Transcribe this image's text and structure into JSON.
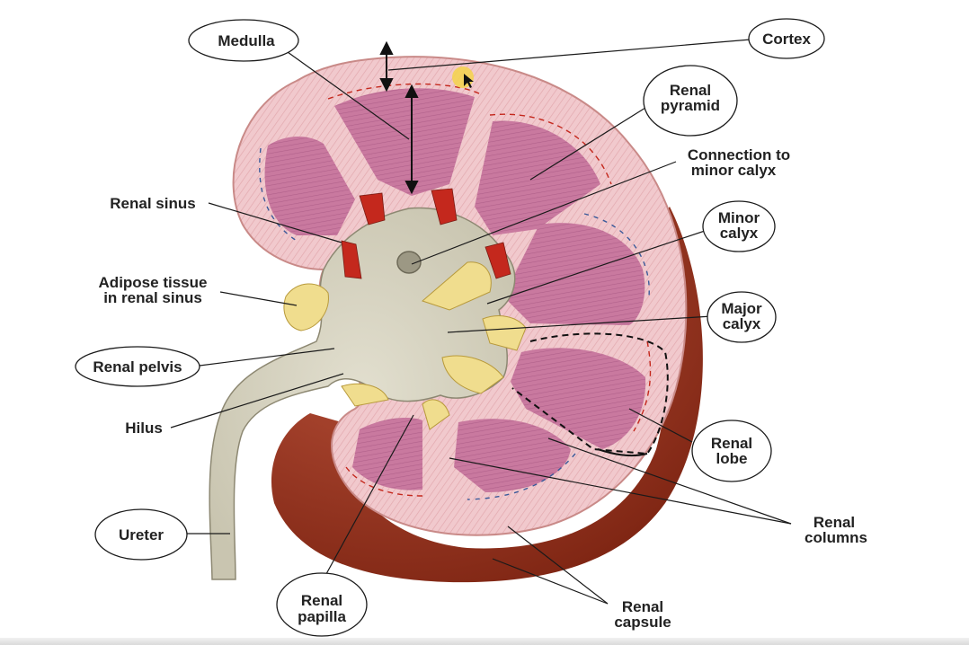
{
  "colors": {
    "cortex": "#f1c9cd",
    "cortex_stripe": "#e2a8ae",
    "pyramid": "#c9799f",
    "pyramid_dark": "#a85584",
    "sinus": "#d8d5c3",
    "capsule": "#8e2c1a",
    "capsule_light": "#c25840",
    "fat": "#f0dd8e",
    "vessel_red": "#c4281d",
    "vessel_blue": "#3b5a9a",
    "cursor": "#f4d44a"
  },
  "labels": {
    "medulla": "Medulla",
    "cortex": "Cortex",
    "renal_pyramid_1": "Renal",
    "renal_pyramid_2": "pyramid",
    "connection_1": "Connection to",
    "connection_2": "minor calyx",
    "renal_sinus": "Renal sinus",
    "minor_calyx_1": "Minor",
    "minor_calyx_2": "calyx",
    "adipose_1": "Adipose tissue",
    "adipose_2": "in renal sinus",
    "major_calyx_1": "Major",
    "major_calyx_2": "calyx",
    "renal_pelvis": "Renal pelvis",
    "hilus": "Hilus",
    "renal_lobe_1": "Renal",
    "renal_lobe_2": "lobe",
    "renal_columns_1": "Renal",
    "renal_columns_2": "columns",
    "ureter": "Ureter",
    "renal_papilla_1": "Renal",
    "renal_papilla_2": "papilla",
    "renal_capsule_1": "Renal",
    "renal_capsule_2": "capsule"
  }
}
